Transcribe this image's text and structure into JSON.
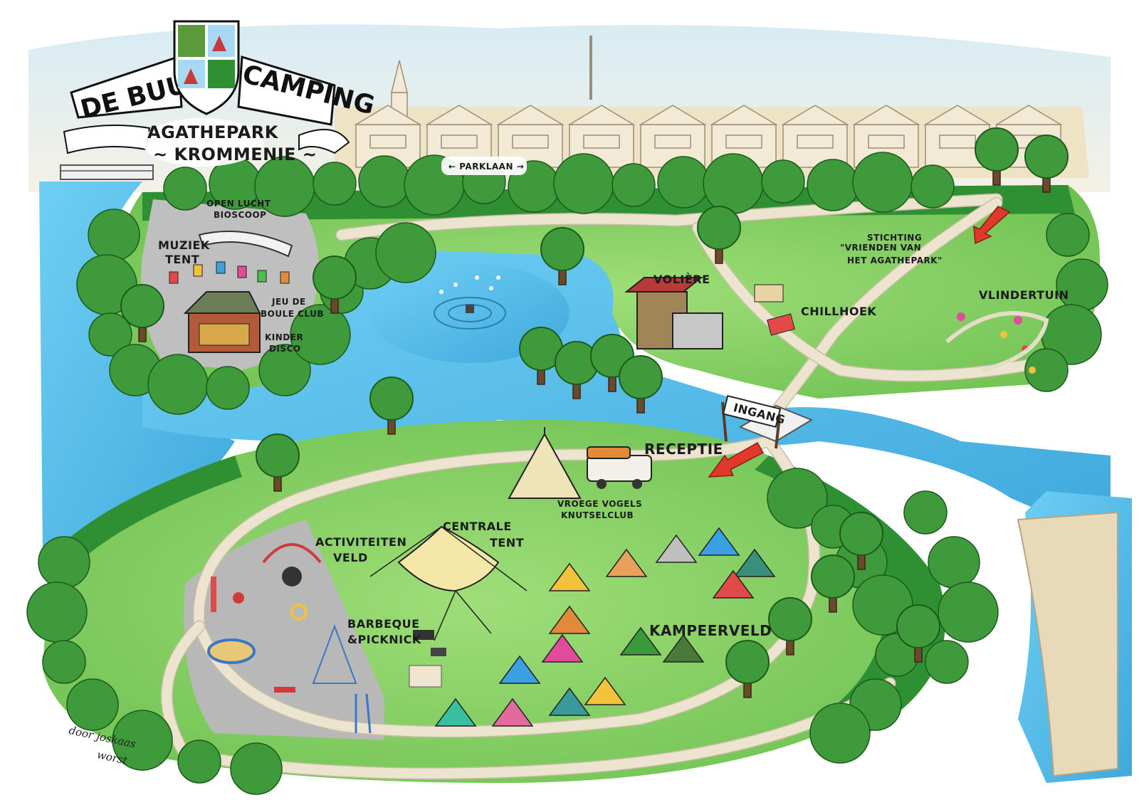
{
  "map": {
    "banner": {
      "left": "DE BUURT",
      "right": "CAMPING"
    },
    "park_name": {
      "line1": "AGATHEPARK",
      "line2": "~ KROMMENIE ~"
    },
    "street": "← PARKLAAN →",
    "labels": {
      "open_lucht_1": "OPEN LUCHT",
      "open_lucht_2": "BIOSCOOP",
      "muziek_1": "MUZIEK",
      "muziek_2": "TENT",
      "jeu_1": "JEU DE",
      "jeu_2": "BOULE CLUB",
      "kinder_1": "KINDER",
      "kinder_2": "DISCO",
      "voliere": "VOLIÈRE",
      "stichting_1": "STICHTING",
      "stichting_2": "\"VRIENDEN VAN",
      "stichting_3": "HET AGATHEPARK\"",
      "chillhoek": "CHILLHOEK",
      "vlindertuin": "VLINDERTUIN",
      "ingang": "INGANG",
      "receptie": "RECEPTIE",
      "vroege_1": "VROEGE VOGELS",
      "vroege_2": "KNUTSELCLUB",
      "activiteiten_1": "ACTIVITEITEN",
      "activiteiten_2": "VELD",
      "centrale_1": "CENTRALE",
      "centrale_2": "TENT",
      "barbeque_1": "BARBEQUE",
      "barbeque_2": "&PICKNICK",
      "kampeerveld": "KAMPEERVELD"
    },
    "signature": {
      "line1": "door joskaas",
      "line2": "worst"
    },
    "colors": {
      "water": "#5fc3ec",
      "grass": "#8fd06a",
      "bush": "#3e9a3a",
      "sky": "#e4f1f5",
      "sand": "#eee2c6",
      "arrow": "#e0382b"
    },
    "icons": [
      "shield-crest-icon",
      "fountain-icon",
      "campervan-icon",
      "tipi-icon",
      "tent-icon",
      "tree-icon",
      "butterfly-icon"
    ]
  }
}
